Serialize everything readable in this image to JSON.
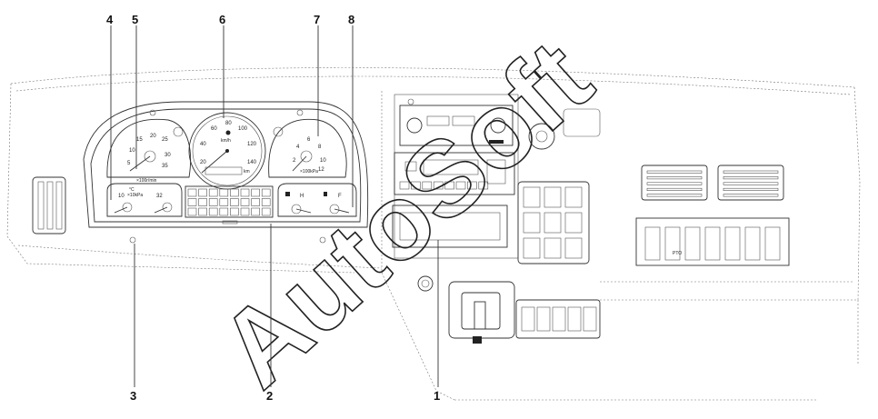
{
  "callouts": [
    {
      "id": "1",
      "label": "1"
    },
    {
      "id": "2",
      "label": "2"
    },
    {
      "id": "3",
      "label": "3"
    },
    {
      "id": "4",
      "label": "4"
    },
    {
      "id": "5",
      "label": "5"
    },
    {
      "id": "6",
      "label": "6"
    },
    {
      "id": "7",
      "label": "7"
    },
    {
      "id": "8",
      "label": "8"
    }
  ],
  "watermark": "AutoSoft",
  "tachometer": {
    "labels": [
      "5",
      "10",
      "15",
      "20",
      "25",
      "30",
      "35"
    ],
    "unit": "×100r/min"
  },
  "speedometer": {
    "labels": [
      "20",
      "40",
      "60",
      "80",
      "100",
      "120",
      "140"
    ],
    "unit": "km/h",
    "odometer_unit": "km"
  },
  "air_pressure": {
    "labels": [
      "2",
      "4",
      "6",
      "8",
      "10",
      "12"
    ],
    "unit": "×100kPa"
  },
  "temp_gauge": {
    "labels": [
      "10",
      "32"
    ],
    "unit": "×10kPa",
    "symbol": "°C"
  },
  "fuel_gauge": {
    "labels": [
      "H",
      "F"
    ]
  },
  "switch_panel": {
    "pto_label": "PTO"
  }
}
